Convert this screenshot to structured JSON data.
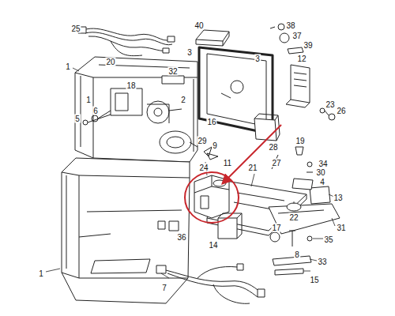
{
  "diagram": {
    "labels": [
      "25",
      "40",
      "38",
      "37",
      "39",
      "20",
      "1",
      "3",
      "3",
      "12",
      "32",
      "18",
      "1",
      "2",
      "6",
      "5",
      "16",
      "9",
      "28",
      "23",
      "26",
      "29",
      "11",
      "27",
      "19",
      "34",
      "30",
      "4",
      "24",
      "21",
      "13",
      "22",
      "36",
      "14",
      "31",
      "17",
      "8",
      "35",
      "33",
      "15",
      "7",
      "1"
    ]
  }
}
